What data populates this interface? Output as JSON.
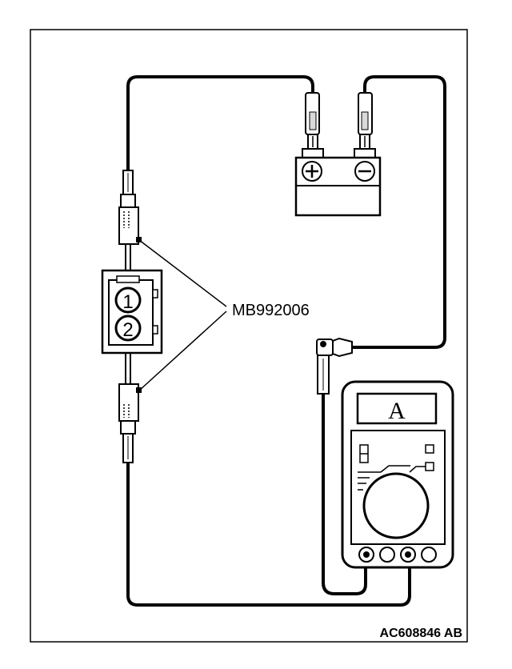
{
  "diagram": {
    "callout_label": "MB992006",
    "figure_id": "AC608846 AB",
    "battery": {
      "positive_symbol": "+",
      "negative_symbol": "−"
    },
    "connector": {
      "terminal_1": "1",
      "terminal_2": "2"
    },
    "multimeter": {
      "display_text": "A"
    },
    "colors": {
      "line": "#000000",
      "background": "#ffffff",
      "tip_fill": "#d9d9d9"
    }
  }
}
